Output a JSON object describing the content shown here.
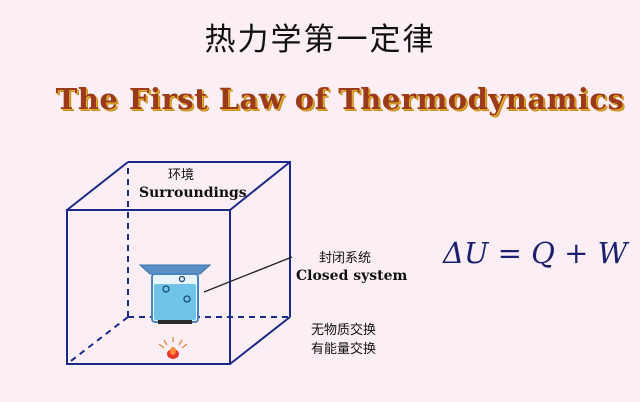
{
  "title_cn": "热力学第一定律",
  "title_en": "The First Law of Thermodynamics",
  "surroundings": {
    "cn": "环境",
    "en": "Surroundings"
  },
  "closed_system": {
    "cn": "封闭系统",
    "en": "Closed system"
  },
  "exchange": {
    "line1": "无物质交换",
    "line2": "有能量交换"
  },
  "equation": "ΔU = Q + W",
  "colors": {
    "cube_edge": "#1a2a8a",
    "title_en": "#9b3a1a",
    "equation": "#1a1f6e"
  }
}
